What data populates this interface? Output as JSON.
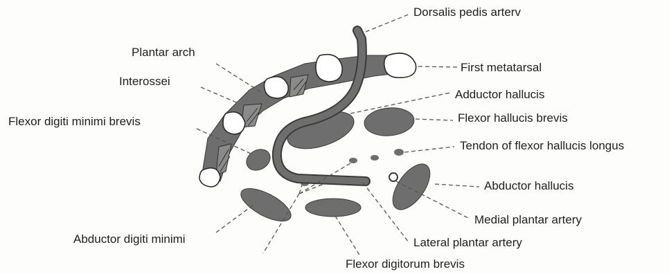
{
  "colors": {
    "structure_fill": "#6e6e6e",
    "structure_stroke": "#3a3a3a",
    "bone_fill": "#ffffff",
    "leader_line": "#555555",
    "label_text": "#1e1e1e"
  },
  "labels": {
    "dorsalis_pedis": "Dorsalis pedis arterv",
    "plantar_arch": "Plantar arch",
    "first_metatarsal": "First metatarsal",
    "interossei": "Interossei",
    "adductor_hallucis": "Adductor hallucis",
    "flexor_hallucis_brevis": "Flexor hallucis brevis",
    "flexor_digiti_minimi_brevis": "Flexor digiti minimi brevis",
    "tendon_flexor_hallucis_longus": "Tendon of flexor hallucis longus",
    "abductor_hallucis": "Abductor hallucis",
    "medial_plantar_artery": "Medial plantar artery",
    "abductor_digiti_minimi": "Abductor digiti minimi",
    "lateral_plantar_artery": "Lateral plantar artery",
    "flexor_digitorum_brevis": "Flexor digitorum brevis"
  }
}
